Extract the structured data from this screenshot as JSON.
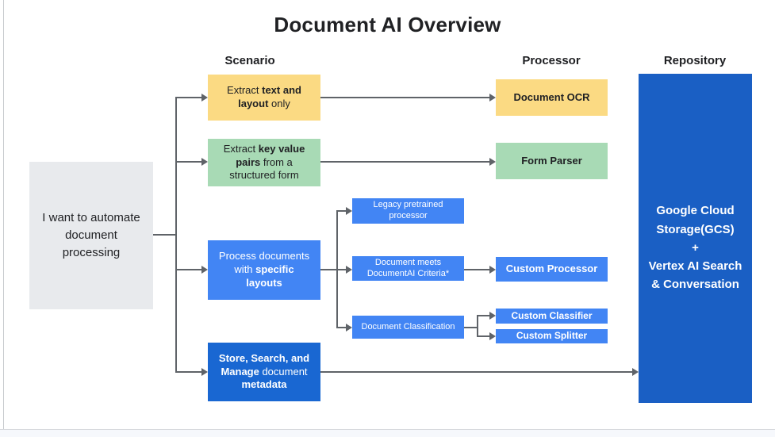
{
  "title": "Document AI Overview",
  "columns": {
    "scenario": "Scenario",
    "processor": "Processor",
    "repository": "Repository"
  },
  "start": {
    "text": "I want to automate document processing"
  },
  "scenarios": {
    "extract_text": {
      "pre": "Extract ",
      "bold": "text and layout",
      "post": " only"
    },
    "extract_kv": {
      "pre": "Extract ",
      "bold": "key value pairs",
      "post": " from a structured form"
    },
    "specific_layouts": {
      "pre": "Process documents with ",
      "bold": "specific layouts",
      "post": ""
    },
    "store_search": {
      "bold1": "Store, Search, and Manage",
      "mid": " document ",
      "bold2": "metadata"
    }
  },
  "intermediate": {
    "legacy": "Legacy pretrained processor",
    "criteria": "Document meets DocumentAI Criteria*",
    "classification": "Document Classification"
  },
  "processors": {
    "ocr": "Document OCR",
    "form_parser": "Form Parser",
    "custom_processor": "Custom Processor",
    "custom_classifier": "Custom Classifier",
    "custom_splitter": "Custom Splitter"
  },
  "repository": {
    "line1": "Google Cloud Storage(GCS)",
    "line2": "+",
    "line3": "Vertex AI Search & Conversation"
  },
  "colors": {
    "scenario_yellow": "#FBDA83",
    "scenario_green": "#A8DAB5",
    "process_blue": "#4285F4",
    "dark_blue": "#1967D2",
    "repository_blue": "#1A5FC4",
    "start_gray": "#E8EAED",
    "arrow_gray": "#5F6368"
  }
}
